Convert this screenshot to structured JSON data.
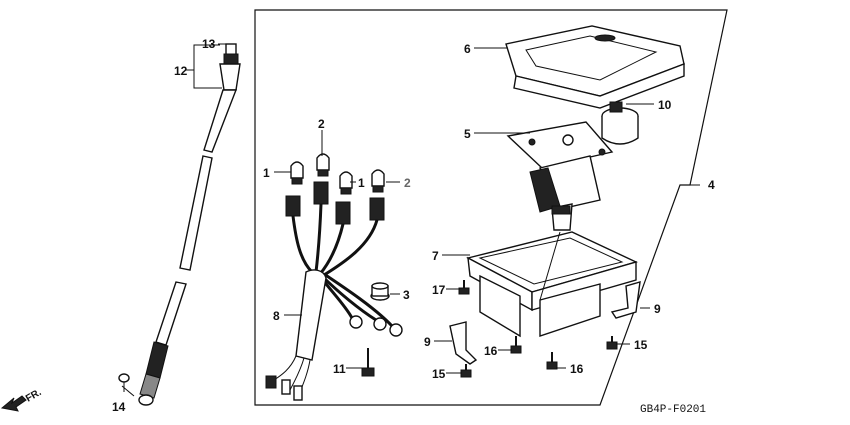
{
  "callouts": {
    "p1a": "1",
    "p1b": "1",
    "p2a": "2",
    "p2b": "2",
    "p3": "3",
    "p4": "4",
    "p5": "5",
    "p6": "6",
    "p7": "7",
    "p8": "8",
    "p9a": "9",
    "p9b": "9",
    "p10": "10",
    "p11": "11",
    "p12": "12",
    "p13": "13",
    "p14": "14",
    "p15a": "15",
    "p15b": "15",
    "p16a": "16",
    "p16b": "16",
    "p17": "17"
  },
  "direction_label": "FR.",
  "diagram_code": "GB4P-F0201"
}
